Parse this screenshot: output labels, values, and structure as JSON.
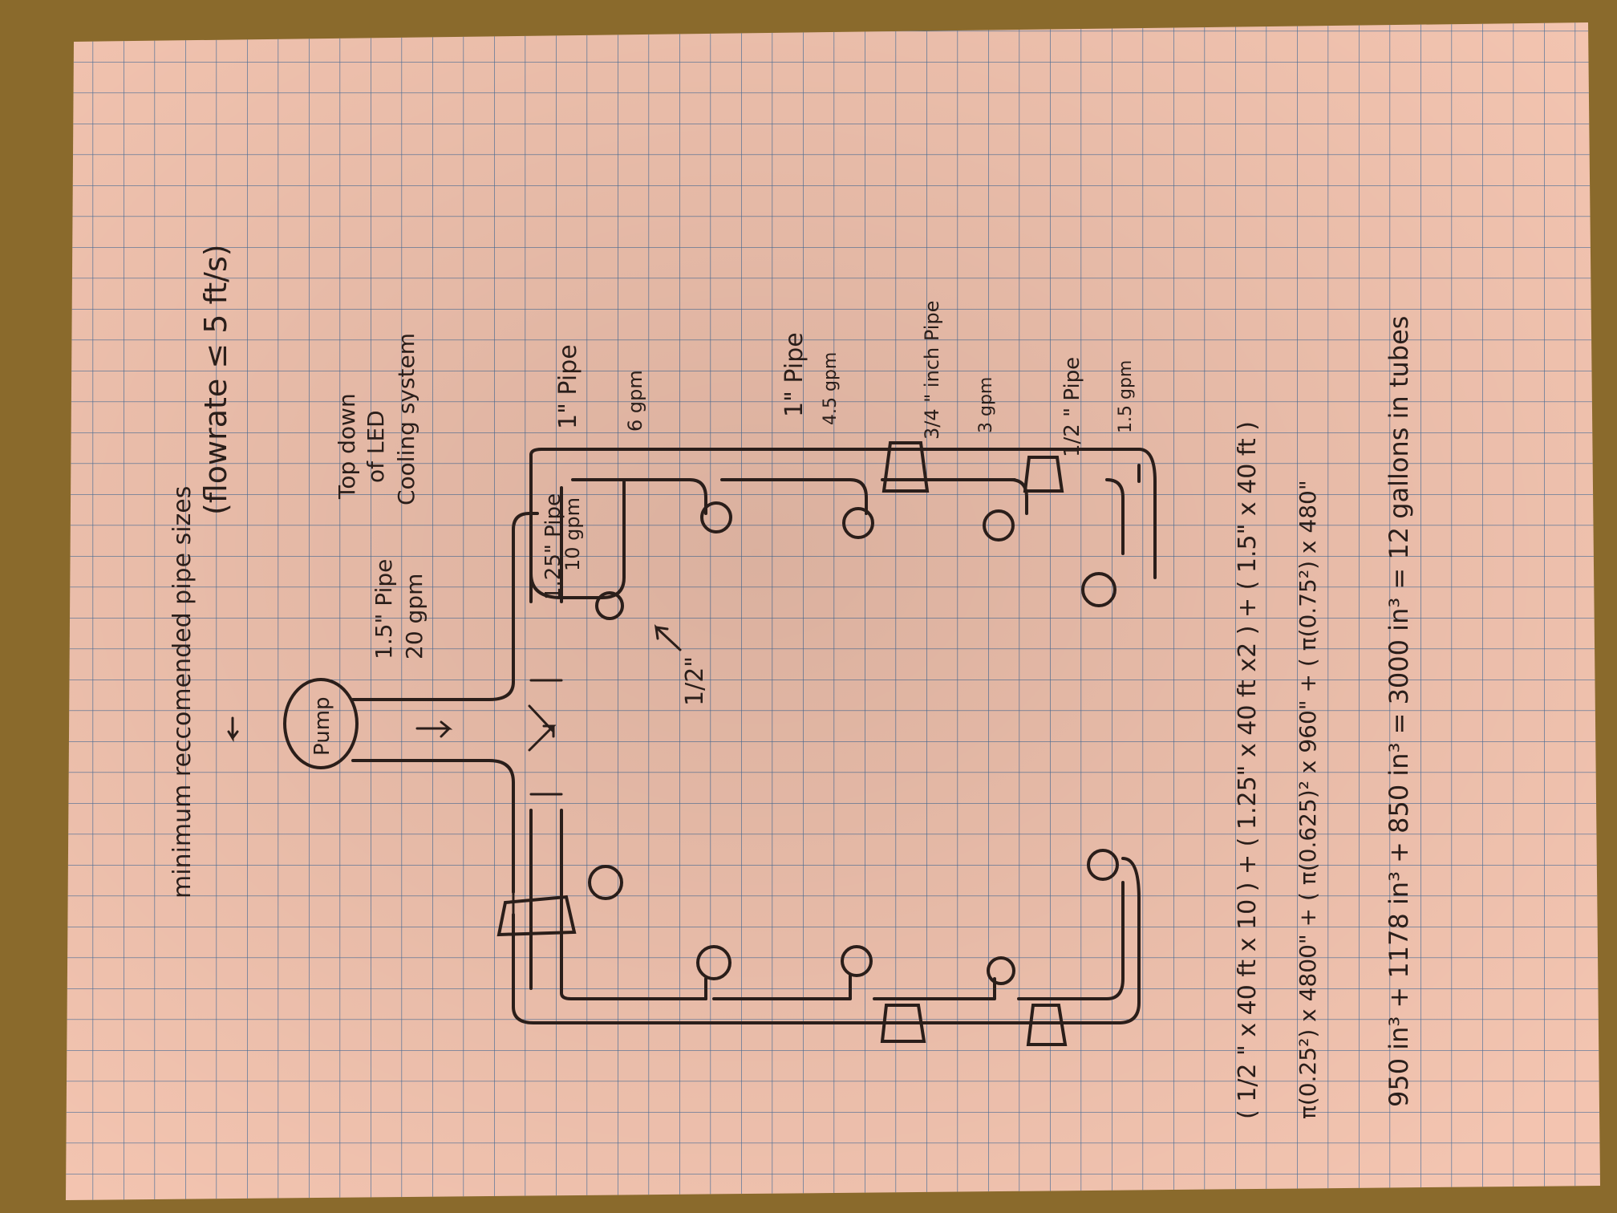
{
  "diagram": {
    "heading": "minimum reccomended pipe sizes",
    "constraint": "(flowrate ≤ 5 ft/s)",
    "description": [
      "Top down",
      "of LED",
      "Cooling system"
    ],
    "pump_label": "Pump",
    "pipes": {
      "main": {
        "size": "1.5\" Pipe",
        "flow": "20 gpm"
      },
      "branch": {
        "size": "1.25\" Pipe",
        "flow": "10 gpm"
      },
      "tee_label": "1/2\"",
      "outer_a": {
        "size": "1\" Pipe",
        "flow": "6 gpm"
      },
      "outer_b": {
        "size": "1\" Pipe",
        "flow": "4.5 gpm"
      },
      "reducer": {
        "size": "3/4 \" inch Pipe",
        "flow": "3 gpm"
      },
      "final": {
        "size": "1/2 \" Pipe",
        "flow": "1.5 gpm"
      }
    },
    "calculations": {
      "line1": "( 1/2 \" x 40 ft x 10 ) + ( 1.25\" x 40 ft x2 ) + ( 1.5\" x 40 ft )",
      "line2": "π(0.25²) x 4800\" + ( π(0.625)² x 960\" + ( π(0.75²) x 480\"",
      "line3": "950 in³ + 1178 in³ + 850 in³ = 3000 in³ = 12 gallons in tubes"
    }
  },
  "colors": {
    "paper": "#f3c4b0",
    "grid": "#4a6e98",
    "ink": "#2a1e1a",
    "table": "#8a6a2c"
  }
}
